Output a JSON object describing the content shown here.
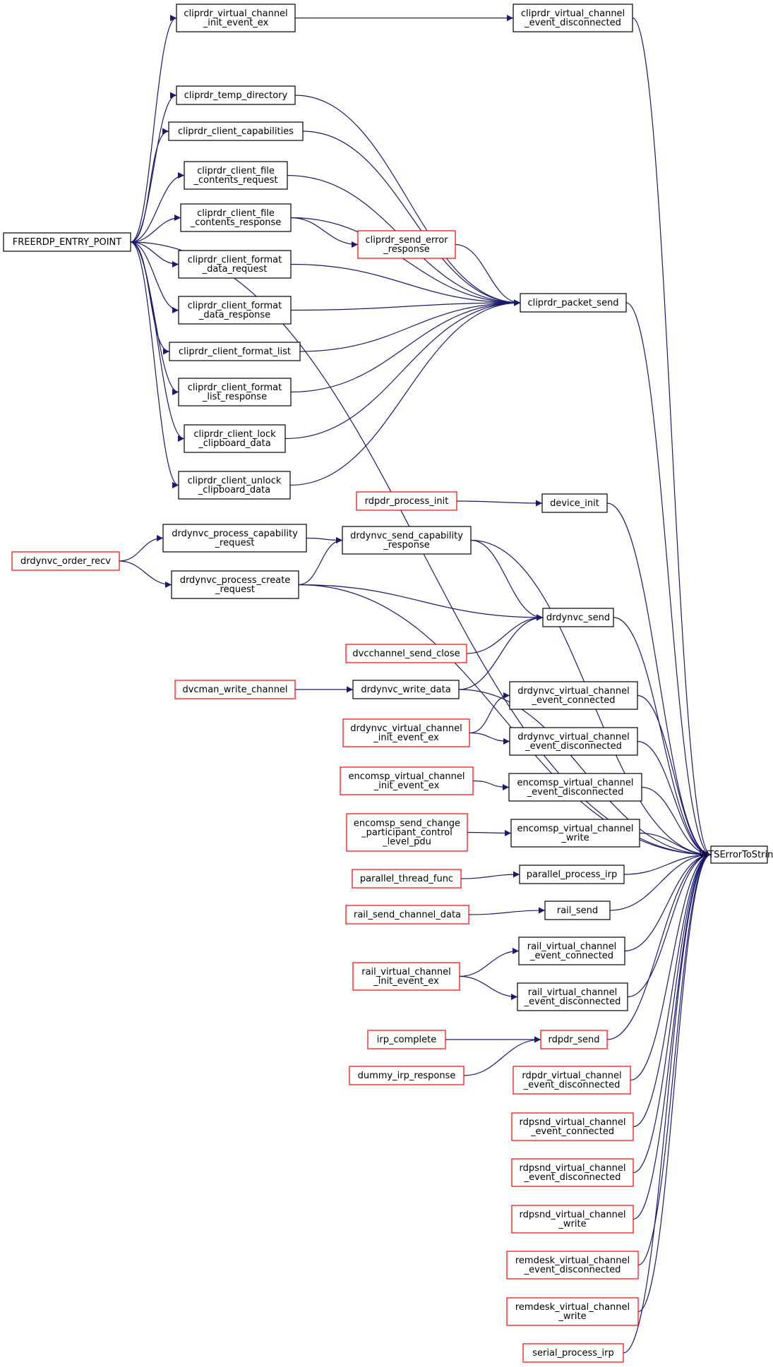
{
  "colors": {
    "edge": "#191970",
    "node_border": "#000000",
    "node_border_truncated": "#ff0000",
    "root_fill": "#bfbfbf"
  },
  "nodes": {
    "FREERDP_ENTRY_POINT": {
      "lines": [
        "FREERDP_ENTRY_POINT"
      ],
      "style": "black"
    },
    "cliprdr_virtual_channel_init_event_ex": {
      "lines": [
        "cliprdr_virtual_channel",
        "_init_event_ex"
      ],
      "style": "black"
    },
    "cliprdr_virtual_channel_event_disconnected": {
      "lines": [
        "cliprdr_virtual_channel",
        "_event_disconnected"
      ],
      "style": "black"
    },
    "cliprdr_temp_directory": {
      "lines": [
        "cliprdr_temp_directory"
      ],
      "style": "black"
    },
    "cliprdr_client_capabilities": {
      "lines": [
        "cliprdr_client_capabilities"
      ],
      "style": "black"
    },
    "cliprdr_client_file_contents_request": {
      "lines": [
        "cliprdr_client_file",
        "_contents_request"
      ],
      "style": "black"
    },
    "cliprdr_client_file_contents_response": {
      "lines": [
        "cliprdr_client_file",
        "_contents_response"
      ],
      "style": "black"
    },
    "cliprdr_send_error_response": {
      "lines": [
        "cliprdr_send_error",
        "_response"
      ],
      "style": "red"
    },
    "cliprdr_client_format_data_request": {
      "lines": [
        "cliprdr_client_format",
        "_data_request"
      ],
      "style": "black"
    },
    "cliprdr_client_format_data_response": {
      "lines": [
        "cliprdr_client_format",
        "_data_response"
      ],
      "style": "black"
    },
    "cliprdr_client_format_list": {
      "lines": [
        "cliprdr_client_format_list"
      ],
      "style": "black"
    },
    "cliprdr_client_format_list_response": {
      "lines": [
        "cliprdr_client_format",
        "_list_response"
      ],
      "style": "black"
    },
    "cliprdr_client_lock_clipboard_data": {
      "lines": [
        "cliprdr_client_lock",
        "_clipboard_data"
      ],
      "style": "black"
    },
    "cliprdr_client_unlock_clipboard_data": {
      "lines": [
        "cliprdr_client_unlock",
        "_clipboard_data"
      ],
      "style": "black"
    },
    "cliprdr_packet_send": {
      "lines": [
        "cliprdr_packet_send"
      ],
      "style": "black"
    },
    "rdpdr_process_init": {
      "lines": [
        "rdpdr_process_init"
      ],
      "style": "red"
    },
    "device_init": {
      "lines": [
        "device_init"
      ],
      "style": "black"
    },
    "drdynvc_order_recv": {
      "lines": [
        "drdynvc_order_recv"
      ],
      "style": "red"
    },
    "drdynvc_process_capability_request": {
      "lines": [
        "drdynvc_process_capability",
        "_request"
      ],
      "style": "black"
    },
    "drdynvc_send_capability_response": {
      "lines": [
        "drdynvc_send_capability",
        "_response"
      ],
      "style": "black"
    },
    "drdynvc_process_create_request": {
      "lines": [
        "drdynvc_process_create",
        "_request"
      ],
      "style": "black"
    },
    "drdynvc_send": {
      "lines": [
        "drdynvc_send"
      ],
      "style": "black"
    },
    "dvcchannel_send_close": {
      "lines": [
        "dvcchannel_send_close"
      ],
      "style": "red"
    },
    "dvcman_write_channel": {
      "lines": [
        "dvcman_write_channel"
      ],
      "style": "red"
    },
    "drdynvc_write_data": {
      "lines": [
        "drdynvc_write_data"
      ],
      "style": "black"
    },
    "drdynvc_virtual_channel_event_connected": {
      "lines": [
        "drdynvc_virtual_channel",
        "_event_connected"
      ],
      "style": "black"
    },
    "drdynvc_virtual_channel_init_event_ex": {
      "lines": [
        "drdynvc_virtual_channel",
        "_init_event_ex"
      ],
      "style": "red"
    },
    "drdynvc_virtual_channel_event_disconnected": {
      "lines": [
        "drdynvc_virtual_channel",
        "_event_disconnected"
      ],
      "style": "black"
    },
    "encomsp_virtual_channel_init_event_ex": {
      "lines": [
        "encomsp_virtual_channel",
        "_init_event_ex"
      ],
      "style": "red"
    },
    "encomsp_virtual_channel_event_disconnected": {
      "lines": [
        "encomsp_virtual_channel",
        "_event_disconnected"
      ],
      "style": "black"
    },
    "encomsp_send_change_participant_control_level_pdu": {
      "lines": [
        "encomsp_send_change",
        "_participant_control",
        "_level_pdu"
      ],
      "style": "red"
    },
    "encomsp_virtual_channel_write": {
      "lines": [
        "encomsp_virtual_channel",
        "_write"
      ],
      "style": "black"
    },
    "WTSErrorToString": {
      "lines": [
        "WTSErrorToString"
      ],
      "style": "root"
    },
    "parallel_thread_func": {
      "lines": [
        "parallel_thread_func"
      ],
      "style": "red"
    },
    "parallel_process_irp": {
      "lines": [
        "parallel_process_irp"
      ],
      "style": "black"
    },
    "rail_send_channel_data": {
      "lines": [
        "rail_send_channel_data"
      ],
      "style": "red"
    },
    "rail_send": {
      "lines": [
        "rail_send"
      ],
      "style": "black"
    },
    "rail_virtual_channel_event_connected": {
      "lines": [
        "rail_virtual_channel",
        "_event_connected"
      ],
      "style": "black"
    },
    "rail_virtual_channel_init_event_ex": {
      "lines": [
        "rail_virtual_channel",
        "_init_event_ex"
      ],
      "style": "red"
    },
    "rail_virtual_channel_event_disconnected": {
      "lines": [
        "rail_virtual_channel",
        "_event_disconnected"
      ],
      "style": "black"
    },
    "irp_complete": {
      "lines": [
        "irp_complete"
      ],
      "style": "red"
    },
    "rdpdr_send": {
      "lines": [
        "rdpdr_send"
      ],
      "style": "red"
    },
    "dummy_irp_response": {
      "lines": [
        "dummy_irp_response"
      ],
      "style": "red"
    },
    "rdpdr_virtual_channel_event_disconnected": {
      "lines": [
        "rdpdr_virtual_channel",
        "_event_disconnected"
      ],
      "style": "red"
    },
    "rdpsnd_virtual_channel_event_connected": {
      "lines": [
        "rdpsnd_virtual_channel",
        "_event_connected"
      ],
      "style": "red"
    },
    "rdpsnd_virtual_channel_event_disconnected": {
      "lines": [
        "rdpsnd_virtual_channel",
        "_event_disconnected"
      ],
      "style": "red"
    },
    "rdpsnd_virtual_channel_write": {
      "lines": [
        "rdpsnd_virtual_channel",
        "_write"
      ],
      "style": "red"
    },
    "remdesk_virtual_channel_event_disconnected": {
      "lines": [
        "remdesk_virtual_channel",
        "_event_disconnected"
      ],
      "style": "red"
    },
    "remdesk_virtual_channel_write": {
      "lines": [
        "remdesk_virtual_channel",
        "_write"
      ],
      "style": "red"
    },
    "serial_process_irp": {
      "lines": [
        "serial_process_irp"
      ],
      "style": "red"
    }
  },
  "edges": [
    [
      "FREERDP_ENTRY_POINT",
      "cliprdr_virtual_channel_init_event_ex"
    ],
    [
      "FREERDP_ENTRY_POINT",
      "cliprdr_temp_directory"
    ],
    [
      "FREERDP_ENTRY_POINT",
      "cliprdr_client_capabilities"
    ],
    [
      "FREERDP_ENTRY_POINT",
      "cliprdr_client_file_contents_request"
    ],
    [
      "FREERDP_ENTRY_POINT",
      "cliprdr_client_file_contents_response"
    ],
    [
      "FREERDP_ENTRY_POINT",
      "cliprdr_client_format_data_request"
    ],
    [
      "FREERDP_ENTRY_POINT",
      "cliprdr_client_format_data_response"
    ],
    [
      "FREERDP_ENTRY_POINT",
      "cliprdr_client_format_list"
    ],
    [
      "FREERDP_ENTRY_POINT",
      "cliprdr_client_format_list_response"
    ],
    [
      "FREERDP_ENTRY_POINT",
      "cliprdr_client_lock_clipboard_data"
    ],
    [
      "FREERDP_ENTRY_POINT",
      "cliprdr_client_unlock_clipboard_data"
    ],
    [
      "FREERDP_ENTRY_POINT",
      "WTSErrorToString"
    ],
    [
      "cliprdr_virtual_channel_init_event_ex",
      "cliprdr_virtual_channel_event_disconnected"
    ],
    [
      "cliprdr_virtual_channel_event_disconnected",
      "WTSErrorToString"
    ],
    [
      "cliprdr_temp_directory",
      "cliprdr_packet_send"
    ],
    [
      "cliprdr_client_capabilities",
      "cliprdr_packet_send"
    ],
    [
      "cliprdr_client_file_contents_request",
      "cliprdr_packet_send"
    ],
    [
      "cliprdr_client_file_contents_response",
      "cliprdr_packet_send"
    ],
    [
      "cliprdr_client_file_contents_response",
      "cliprdr_send_error_response"
    ],
    [
      "cliprdr_send_error_response",
      "cliprdr_packet_send"
    ],
    [
      "cliprdr_client_format_data_request",
      "cliprdr_packet_send"
    ],
    [
      "cliprdr_client_format_data_response",
      "cliprdr_packet_send"
    ],
    [
      "cliprdr_client_format_list",
      "cliprdr_packet_send"
    ],
    [
      "cliprdr_client_format_list_response",
      "cliprdr_packet_send"
    ],
    [
      "cliprdr_client_lock_clipboard_data",
      "cliprdr_packet_send"
    ],
    [
      "cliprdr_client_unlock_clipboard_data",
      "cliprdr_packet_send"
    ],
    [
      "cliprdr_packet_send",
      "WTSErrorToString"
    ],
    [
      "rdpdr_process_init",
      "device_init"
    ],
    [
      "device_init",
      "WTSErrorToString"
    ],
    [
      "drdynvc_order_recv",
      "drdynvc_process_capability_request"
    ],
    [
      "drdynvc_order_recv",
      "drdynvc_process_create_request"
    ],
    [
      "drdynvc_process_capability_request",
      "drdynvc_send_capability_response"
    ],
    [
      "drdynvc_process_create_request",
      "drdynvc_send_capability_response"
    ],
    [
      "drdynvc_process_create_request",
      "drdynvc_send"
    ],
    [
      "drdynvc_process_create_request",
      "WTSErrorToString"
    ],
    [
      "drdynvc_send_capability_response",
      "drdynvc_send"
    ],
    [
      "drdynvc_send_capability_response",
      "WTSErrorToString"
    ],
    [
      "dvcchannel_send_close",
      "drdynvc_send"
    ],
    [
      "drdynvc_write_data",
      "drdynvc_send"
    ],
    [
      "drdynvc_write_data",
      "WTSErrorToString"
    ],
    [
      "dvcman_write_channel",
      "drdynvc_write_data"
    ],
    [
      "drdynvc_send",
      "WTSErrorToString"
    ],
    [
      "drdynvc_virtual_channel_init_event_ex",
      "drdynvc_virtual_channel_event_connected"
    ],
    [
      "drdynvc_virtual_channel_init_event_ex",
      "drdynvc_virtual_channel_event_disconnected"
    ],
    [
      "drdynvc_virtual_channel_event_connected",
      "WTSErrorToString"
    ],
    [
      "drdynvc_virtual_channel_event_disconnected",
      "WTSErrorToString"
    ],
    [
      "encomsp_virtual_channel_init_event_ex",
      "encomsp_virtual_channel_event_disconnected"
    ],
    [
      "encomsp_virtual_channel_event_disconnected",
      "WTSErrorToString"
    ],
    [
      "encomsp_send_change_participant_control_level_pdu",
      "encomsp_virtual_channel_write"
    ],
    [
      "encomsp_virtual_channel_write",
      "WTSErrorToString"
    ],
    [
      "parallel_thread_func",
      "parallel_process_irp"
    ],
    [
      "parallel_process_irp",
      "WTSErrorToString"
    ],
    [
      "rail_send_channel_data",
      "rail_send"
    ],
    [
      "rail_send",
      "WTSErrorToString"
    ],
    [
      "rail_virtual_channel_init_event_ex",
      "rail_virtual_channel_event_connected"
    ],
    [
      "rail_virtual_channel_init_event_ex",
      "rail_virtual_channel_event_disconnected"
    ],
    [
      "rail_virtual_channel_event_connected",
      "WTSErrorToString"
    ],
    [
      "rail_virtual_channel_event_disconnected",
      "WTSErrorToString"
    ],
    [
      "irp_complete",
      "rdpdr_send"
    ],
    [
      "dummy_irp_response",
      "rdpdr_send"
    ],
    [
      "rdpdr_send",
      "WTSErrorToString"
    ],
    [
      "rdpdr_virtual_channel_event_disconnected",
      "WTSErrorToString"
    ],
    [
      "rdpsnd_virtual_channel_event_connected",
      "WTSErrorToString"
    ],
    [
      "rdpsnd_virtual_channel_event_disconnected",
      "WTSErrorToString"
    ],
    [
      "rdpsnd_virtual_channel_write",
      "WTSErrorToString"
    ],
    [
      "remdesk_virtual_channel_event_disconnected",
      "WTSErrorToString"
    ],
    [
      "remdesk_virtual_channel_write",
      "WTSErrorToString"
    ],
    [
      "serial_process_irp",
      "WTSErrorToString"
    ]
  ]
}
